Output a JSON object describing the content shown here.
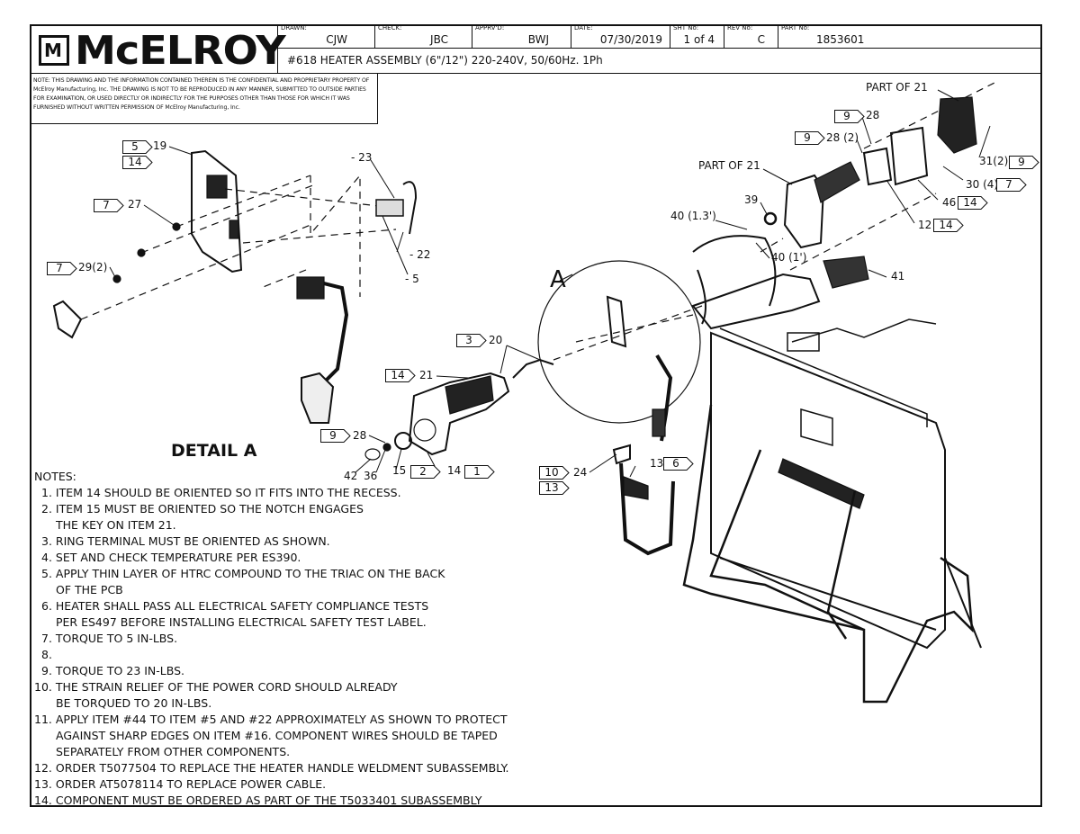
{
  "title_block": {
    "logo_text": "McELROY",
    "logo_mark": "M",
    "fields": [
      {
        "label": "DRAWN:",
        "value": "CJW"
      },
      {
        "label": "CHECK:",
        "value": "JBC"
      },
      {
        "label": "APPRV'D:",
        "value": "BWJ"
      },
      {
        "label": "DATE:",
        "value": "07/30/2019"
      },
      {
        "label": "SHT No:",
        "value": "1 of 4"
      },
      {
        "label": "REV No:",
        "value": "C"
      },
      {
        "label": "PART No:",
        "value": "1853601"
      }
    ],
    "title": "#618 HEATER ASSEMBLY (6\"/12\") 220-240V, 50/60Hz. 1Ph",
    "confidential_note": "NOTE: THIS DRAWING AND THE INFORMATION CONTAINED THEREIN IS THE CONFIDENTIAL AND PROPRIETARY PROPERTY OF McElroy Manufacturing, Inc. THE DRAWING IS NOT TO BE REPRODUCED IN ANY MANNER, SUBMITTED TO OUTSIDE PARTIES FOR EXAMINATION, OR USED DIRECTLY OR INDIRECTLY FOR THE PURPOSES OTHER THAN THOSE FOR WHICH IT WAS FURNISHED WITHOUT WRITTEN PERMISSION OF McElroy Manufacturing, Inc."
  },
  "drawing": {
    "detail_label": "DETAIL A",
    "detail_marker": "A",
    "callouts": {
      "c19": "19",
      "c27": "27",
      "c29": "29(2)",
      "c23": "- 23",
      "c22": "- 22",
      "c5": "- 5",
      "c20": "20",
      "c21": "21",
      "c28a": "28",
      "c42": "42",
      "c36": "36",
      "c15": "15",
      "c14": "14",
      "c24": "24",
      "c13": "13",
      "c39": "39",
      "c40a": "40 (1.3')",
      "c40b": "40 (1')",
      "c41": "41",
      "part21a": "PART OF 21",
      "part21b": "PART OF 21",
      "c28b": "28",
      "c28c": "28 (2)",
      "c31": "31(2)",
      "c30": "30 (4)",
      "c46": "46",
      "c12": "12"
    },
    "flags": {
      "f5": "5",
      "f14a": "14",
      "f7a": "7",
      "f7b": "7",
      "f3": "3",
      "f14b": "14",
      "f9a": "9",
      "f2": "2",
      "f1": "1",
      "f10": "10",
      "f13": "13",
      "f6": "6",
      "f9b": "9",
      "f9c": "9",
      "f9d": "9",
      "f7c": "7",
      "f14c": "14",
      "f14d": "14"
    }
  },
  "notes": {
    "heading": "NOTES:",
    "lines": [
      "1. ITEM 14 SHOULD BE ORIENTED SO IT FITS INTO THE RECESS.",
      "2. ITEM 15 MUST BE ORIENTED SO THE NOTCH ENGAGES",
      "THE KEY ON ITEM 21.",
      "3. RING TERMINAL MUST BE ORIENTED AS SHOWN.",
      "4. SET AND CHECK TEMPERATURE PER ES390.",
      "5. APPLY THIN LAYER OF HTRC COMPOUND TO THE TRIAC ON THE BACK",
      "OF THE PCB",
      "6. HEATER SHALL PASS ALL ELECTRICAL SAFETY COMPLIANCE TESTS",
      "PER ES497 BEFORE INSTALLING ELECTRICAL SAFETY TEST LABEL.",
      "7. TORQUE TO 5 IN-LBS.",
      "8.",
      "9. TORQUE TO 23 IN-LBS.",
      "10. THE STRAIN RELIEF OF THE POWER CORD SHOULD ALREADY",
      "BE TORQUED TO 20 IN-LBS.",
      "11. APPLY ITEM #44 TO ITEM #5 AND #22 APPROXIMATELY AS SHOWN TO PROTECT",
      "AGAINST SHARP EDGES ON ITEM #16. COMPONENT WIRES SHOULD BE TAPED",
      "SEPARATELY FROM OTHER COMPONENTS.",
      "12. ORDER T5077504 TO REPLACE THE HEATER HANDLE WELDMENT SUBASSEMBLY.",
      "13. ORDER AT5078114 TO REPLACE POWER CABLE.",
      "14. COMPONENT MUST BE ORDERED AS PART OF THE T5033401 SUBASSEMBLY"
    ]
  }
}
